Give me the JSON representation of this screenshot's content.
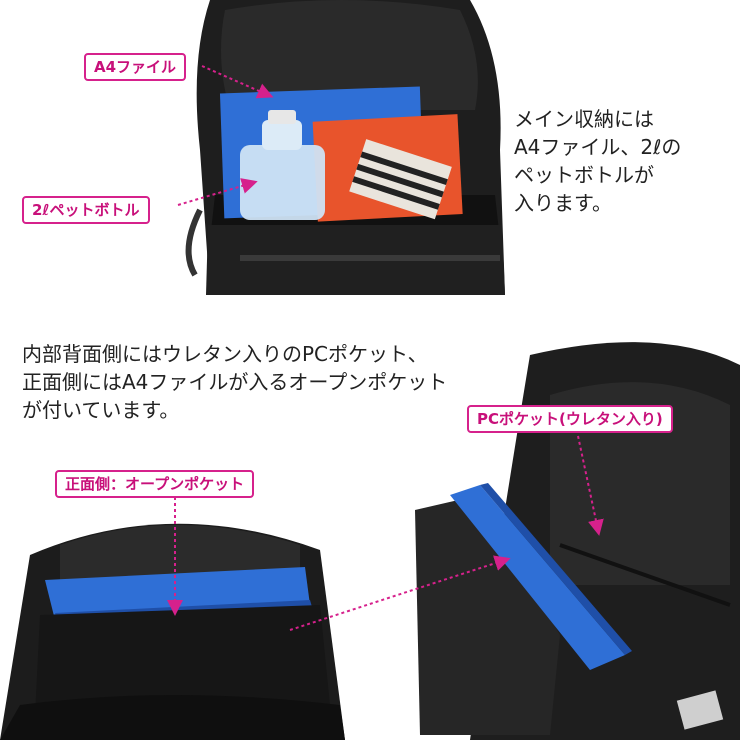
{
  "labels": {
    "a4_file": "A4ファイル",
    "bottle": "2ℓペットボトル",
    "pc_pocket": "PCポケット(ウレタン入り)",
    "front_pocket": "正面側：オープンポケット"
  },
  "descriptions": {
    "main_storage": "メイン収納には\nA4ファイル、2ℓの\nペットボトルが\n入ります。",
    "pockets": "内部背面側にはウレタン入りのPCポケット、\n正面側にはA4ファイルが入るオープンポケット\nが付いています。"
  },
  "colors": {
    "accent": "#d6218c",
    "bag": "#1c1c1c",
    "file_blue": "#2f6fd6",
    "notebook_orange": "#e8542c"
  }
}
